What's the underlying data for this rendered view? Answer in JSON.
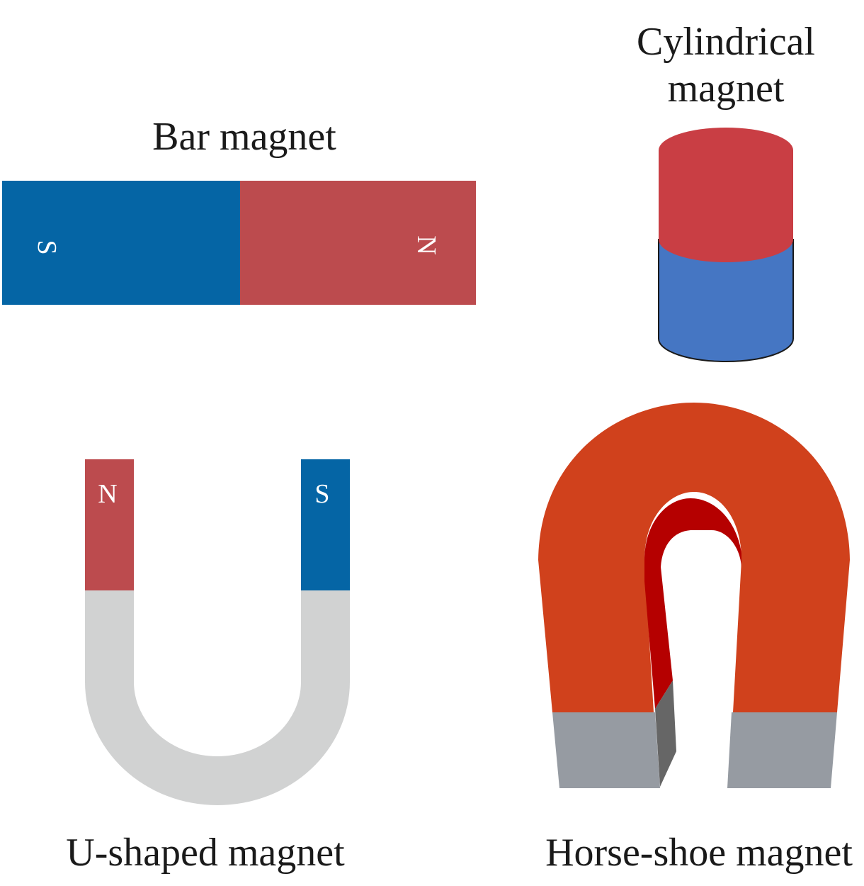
{
  "colors": {
    "bar_south": "#0565a5",
    "bar_north": "#bc4b4e",
    "cyl_top": "#c93e44",
    "cyl_bottom": "#4576c3",
    "cyl_stroke": "#1a1a1a",
    "u_body": "#d1d2d2",
    "u_north": "#bc4b4e",
    "u_south": "#0565a5",
    "horse_body": "#d0411c",
    "horse_inner": "#b50000",
    "horse_tip": "#969ba2",
    "horse_tip_shadow": "#666666",
    "caption_text": "#1a1a1a",
    "pole_text": "#ffffff"
  },
  "bar_magnet": {
    "title": "Bar magnet",
    "south_label": "S",
    "north_label": "N"
  },
  "cylindrical_magnet": {
    "title_line1": "Cylindrical",
    "title_line2": "magnet"
  },
  "u_magnet": {
    "title": "U-shaped magnet",
    "north_label": "N",
    "south_label": "S"
  },
  "horseshoe_magnet": {
    "title": "Horse-shoe magnet"
  }
}
